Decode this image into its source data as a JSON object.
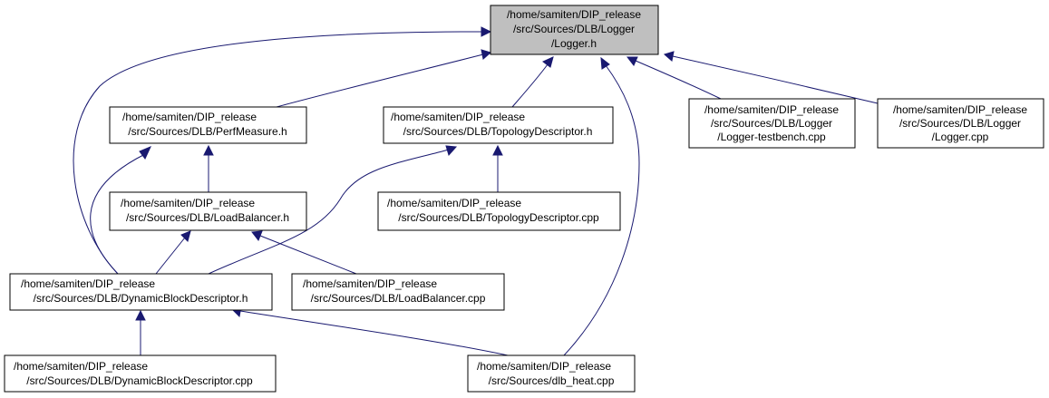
{
  "graph": {
    "node_fill": "#ffffff",
    "root_fill": "#bfbfbf",
    "border_color": "#000000",
    "edge_color": "#191970",
    "nodes": {
      "logger_h": {
        "lines": [
          "/home/samiten/DIP_release",
          "/src/Sources/DLB/Logger",
          "/Logger.h"
        ]
      },
      "perfmeasure_h": {
        "lines": [
          "/home/samiten/DIP_release",
          "/src/Sources/DLB/PerfMeasure.h"
        ]
      },
      "topology_h": {
        "lines": [
          "/home/samiten/DIP_release",
          "/src/Sources/DLB/TopologyDescriptor.h"
        ]
      },
      "logger_testbench_cpp": {
        "lines": [
          "/home/samiten/DIP_release",
          "/src/Sources/DLB/Logger",
          "/Logger-testbench.cpp"
        ]
      },
      "logger_cpp": {
        "lines": [
          "/home/samiten/DIP_release",
          "/src/Sources/DLB/Logger",
          "/Logger.cpp"
        ]
      },
      "loadbalancer_h": {
        "lines": [
          "/home/samiten/DIP_release",
          "/src/Sources/DLB/LoadBalancer.h"
        ]
      },
      "topology_cpp": {
        "lines": [
          "/home/samiten/DIP_release",
          "/src/Sources/DLB/TopologyDescriptor.cpp"
        ]
      },
      "dynamicblock_h": {
        "lines": [
          "/home/samiten/DIP_release",
          "/src/Sources/DLB/DynamicBlockDescriptor.h"
        ]
      },
      "loadbalancer_cpp": {
        "lines": [
          "/home/samiten/DIP_release",
          "/src/Sources/DLB/LoadBalancer.cpp"
        ]
      },
      "dynamicblock_cpp": {
        "lines": [
          "/home/samiten/DIP_release",
          "/src/Sources/DLB/DynamicBlockDescriptor.cpp"
        ]
      },
      "dlb_heat_cpp": {
        "lines": [
          "/home/samiten/DIP_release",
          "/src/Sources/dlb_heat.cpp"
        ]
      }
    },
    "edges": [
      {
        "from": "perfmeasure_h",
        "to": "logger_h"
      },
      {
        "from": "topology_h",
        "to": "logger_h"
      },
      {
        "from": "logger_testbench_cpp",
        "to": "logger_h"
      },
      {
        "from": "logger_cpp",
        "to": "logger_h"
      },
      {
        "from": "dynamicblock_h",
        "to": "logger_h"
      },
      {
        "from": "dlb_heat_cpp",
        "to": "logger_h"
      },
      {
        "from": "loadbalancer_h",
        "to": "perfmeasure_h"
      },
      {
        "from": "dynamicblock_h",
        "to": "perfmeasure_h"
      },
      {
        "from": "topology_cpp",
        "to": "topology_h"
      },
      {
        "from": "dynamicblock_h",
        "to": "topology_h"
      },
      {
        "from": "dynamicblock_h",
        "to": "loadbalancer_h"
      },
      {
        "from": "loadbalancer_cpp",
        "to": "loadbalancer_h"
      },
      {
        "from": "dynamicblock_cpp",
        "to": "dynamicblock_h"
      },
      {
        "from": "dlb_heat_cpp",
        "to": "dynamicblock_h"
      }
    ]
  }
}
